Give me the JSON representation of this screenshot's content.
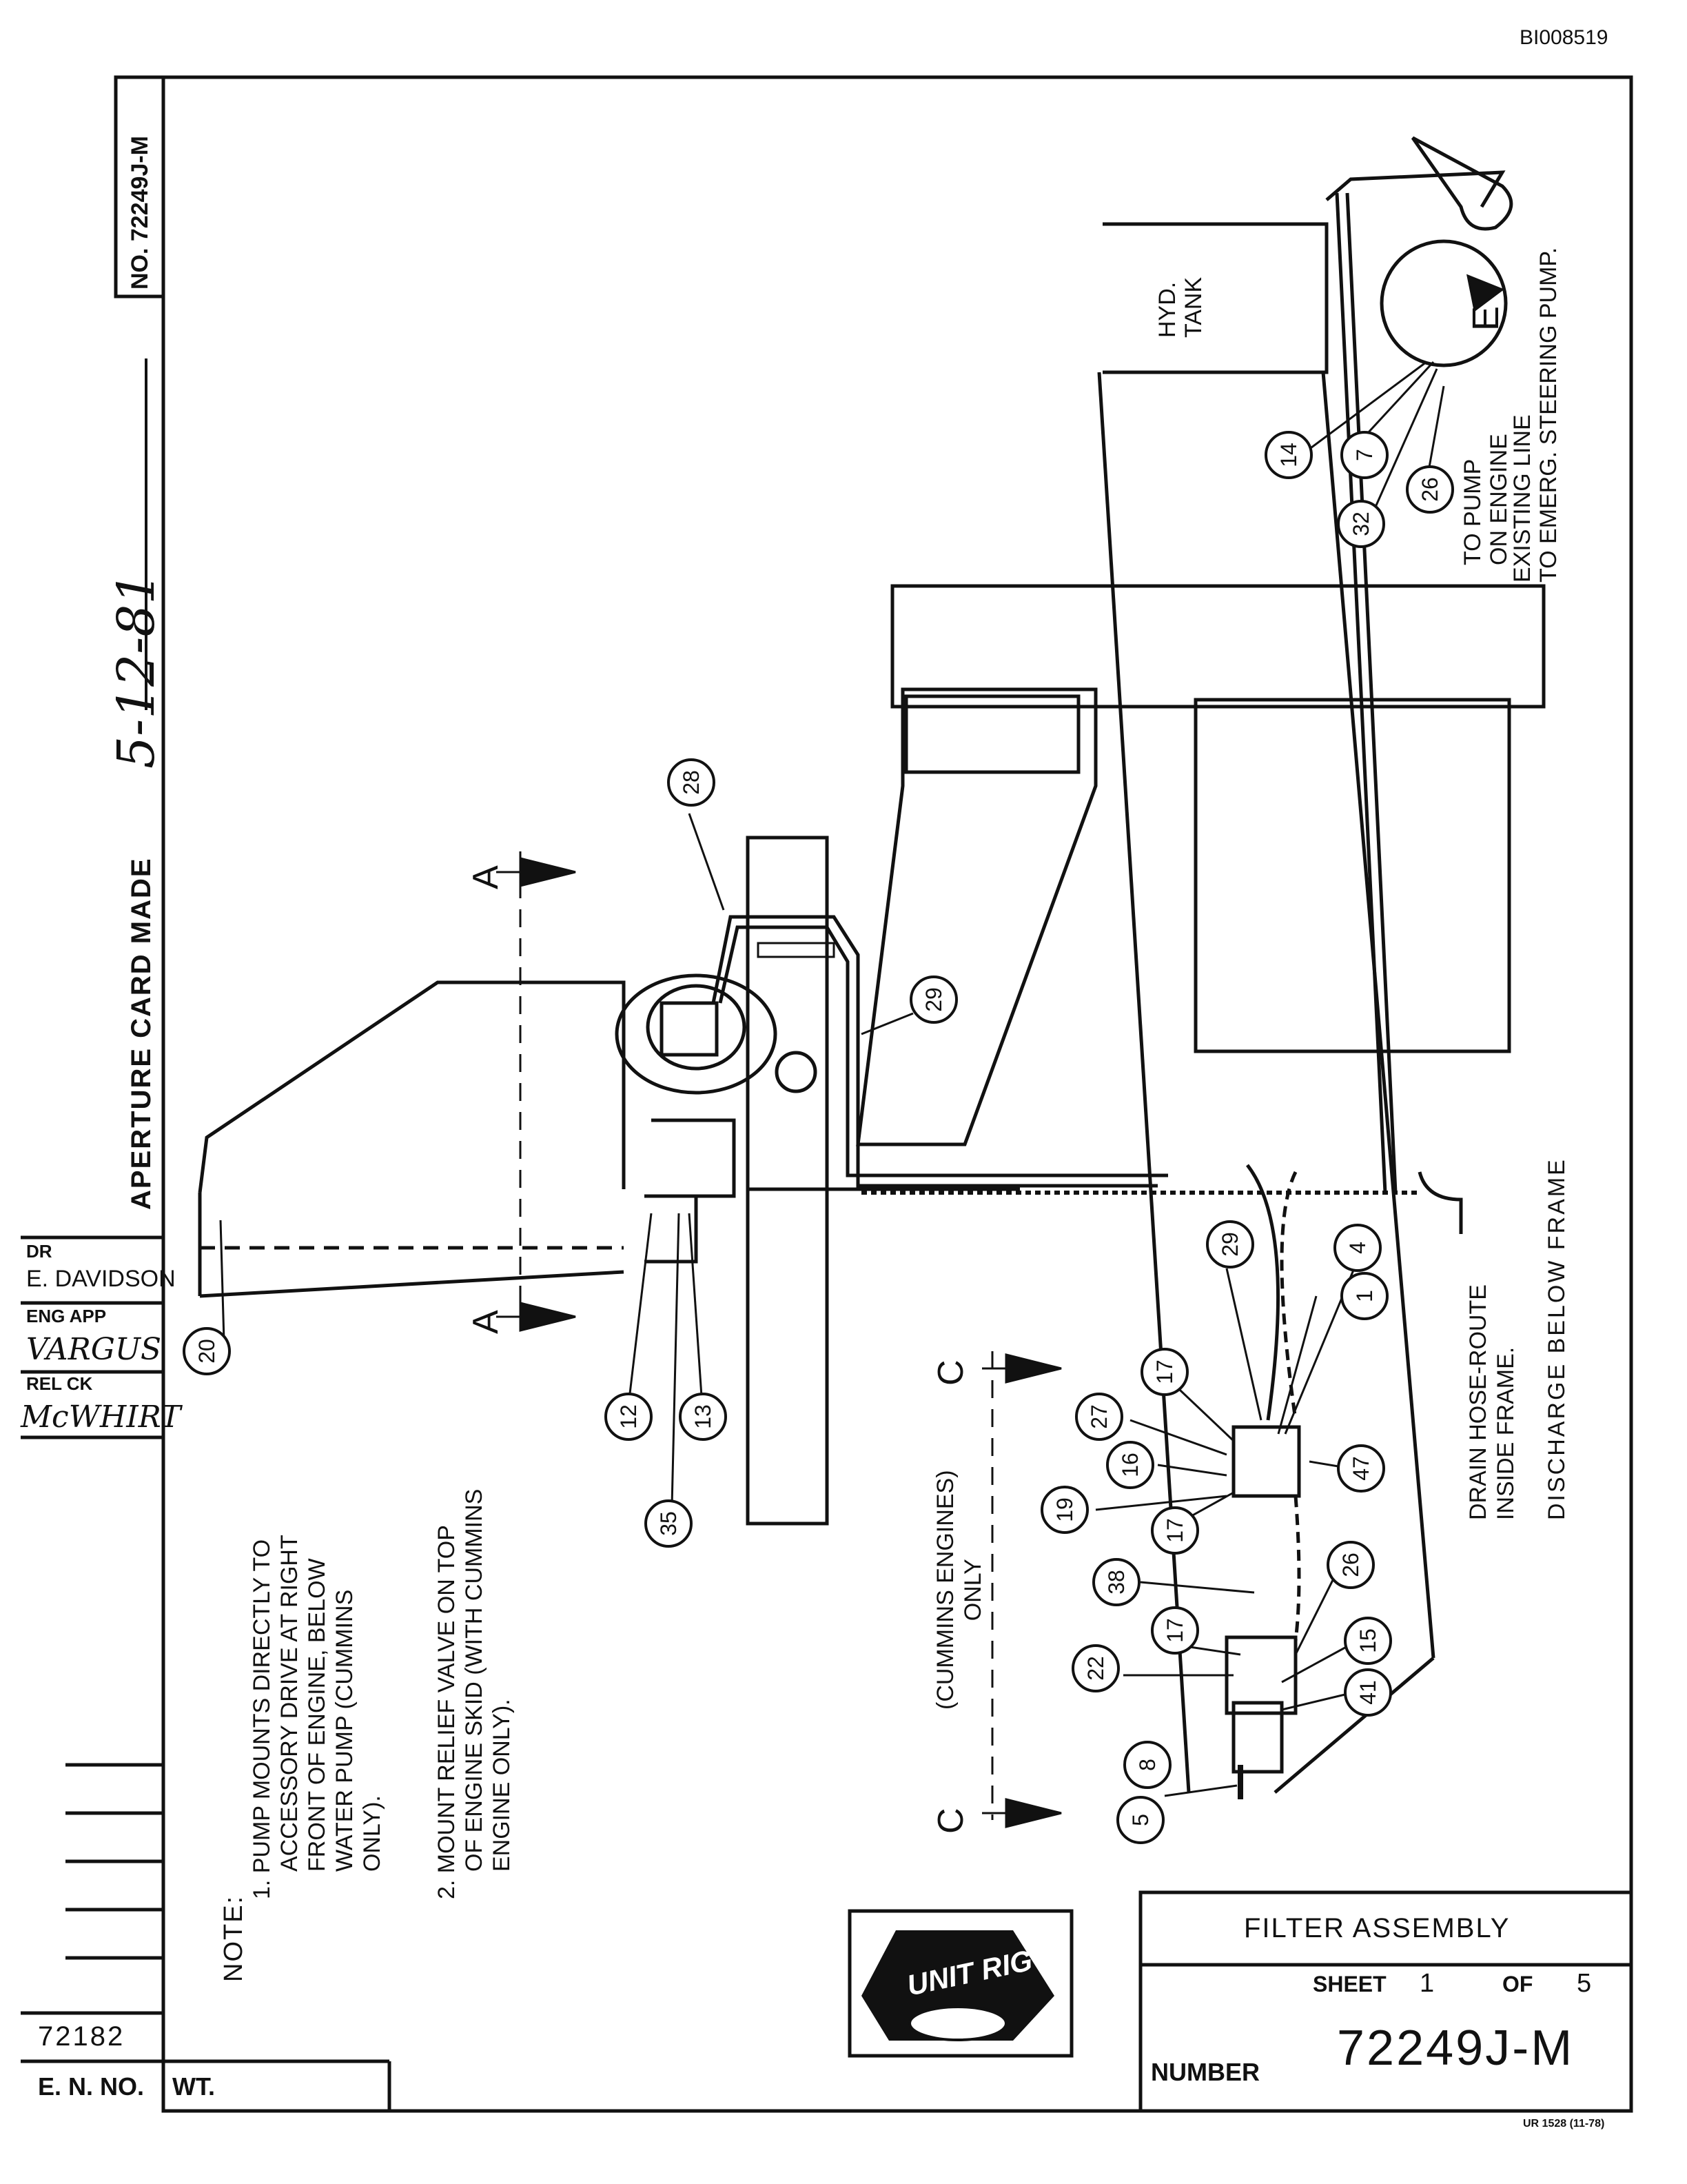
{
  "doc_id": "BI008519",
  "drawing_number_vertical": "NO. 72249J-M",
  "aperture": {
    "label": "APERTURE CARD MADE",
    "date": "5-12-81"
  },
  "approvals": {
    "dr_label": "DR",
    "dr_name": "E. DAVIDSON",
    "eng_app_label": "ENG APP",
    "eng_app_name": "VARGUS",
    "rel_ck_label": "REL CK",
    "rel_ck_name": "McWHIRT"
  },
  "en_no": {
    "value": "72182",
    "label": "E. N. NO.",
    "wt_label": "WT."
  },
  "notes": {
    "heading": "NOTE:",
    "note1": [
      "1. PUMP MOUNTS DIRECTLY TO",
      "ACCESSORY DRIVE AT RIGHT",
      "FRONT OF ENGINE, BELOW",
      "WATER PUMP (CUMMINS",
      "ONLY)."
    ],
    "note2": [
      "2. MOUNT RELIEF VALVE ON TOP",
      "OF ENGINE SKID (WITH CUMMINS",
      "ENGINE ONLY)."
    ]
  },
  "diagram_labels": {
    "hyd_tank": [
      "HYD.",
      "TANK"
    ],
    "to_pump": [
      "TO PUMP",
      "ON ENGINE"
    ],
    "existing_line": [
      "EXISTING LINE",
      "TO EMERG. STEERING PUMP."
    ],
    "drain_hose": [
      "DRAIN HOSE-ROUTE",
      "INSIDE FRAME."
    ],
    "discharge": "DISCHARGE BELOW FRAME",
    "cummins": [
      "(CUMMINS ENGINES)",
      "ONLY"
    ],
    "section_a": "A",
    "section_c": "C",
    "section_e": "E"
  },
  "balloons": [
    "28",
    "29",
    "20",
    "12",
    "35",
    "13",
    "29",
    "4",
    "1",
    "17",
    "27",
    "16",
    "19",
    "17",
    "47",
    "38",
    "26",
    "17",
    "22",
    "15",
    "41",
    "5",
    "8",
    "14",
    "7",
    "32",
    "26"
  ],
  "title_block": {
    "title": "FILTER ASSEMBLY",
    "sheet_label": "SHEET",
    "sheet_num": "1",
    "of_label": "OF",
    "sheet_total": "5",
    "number_label": "NUMBER",
    "number": "72249J-M",
    "logo_text": "UNIT RIG",
    "form_code": "UR 1528 (11-78)"
  }
}
